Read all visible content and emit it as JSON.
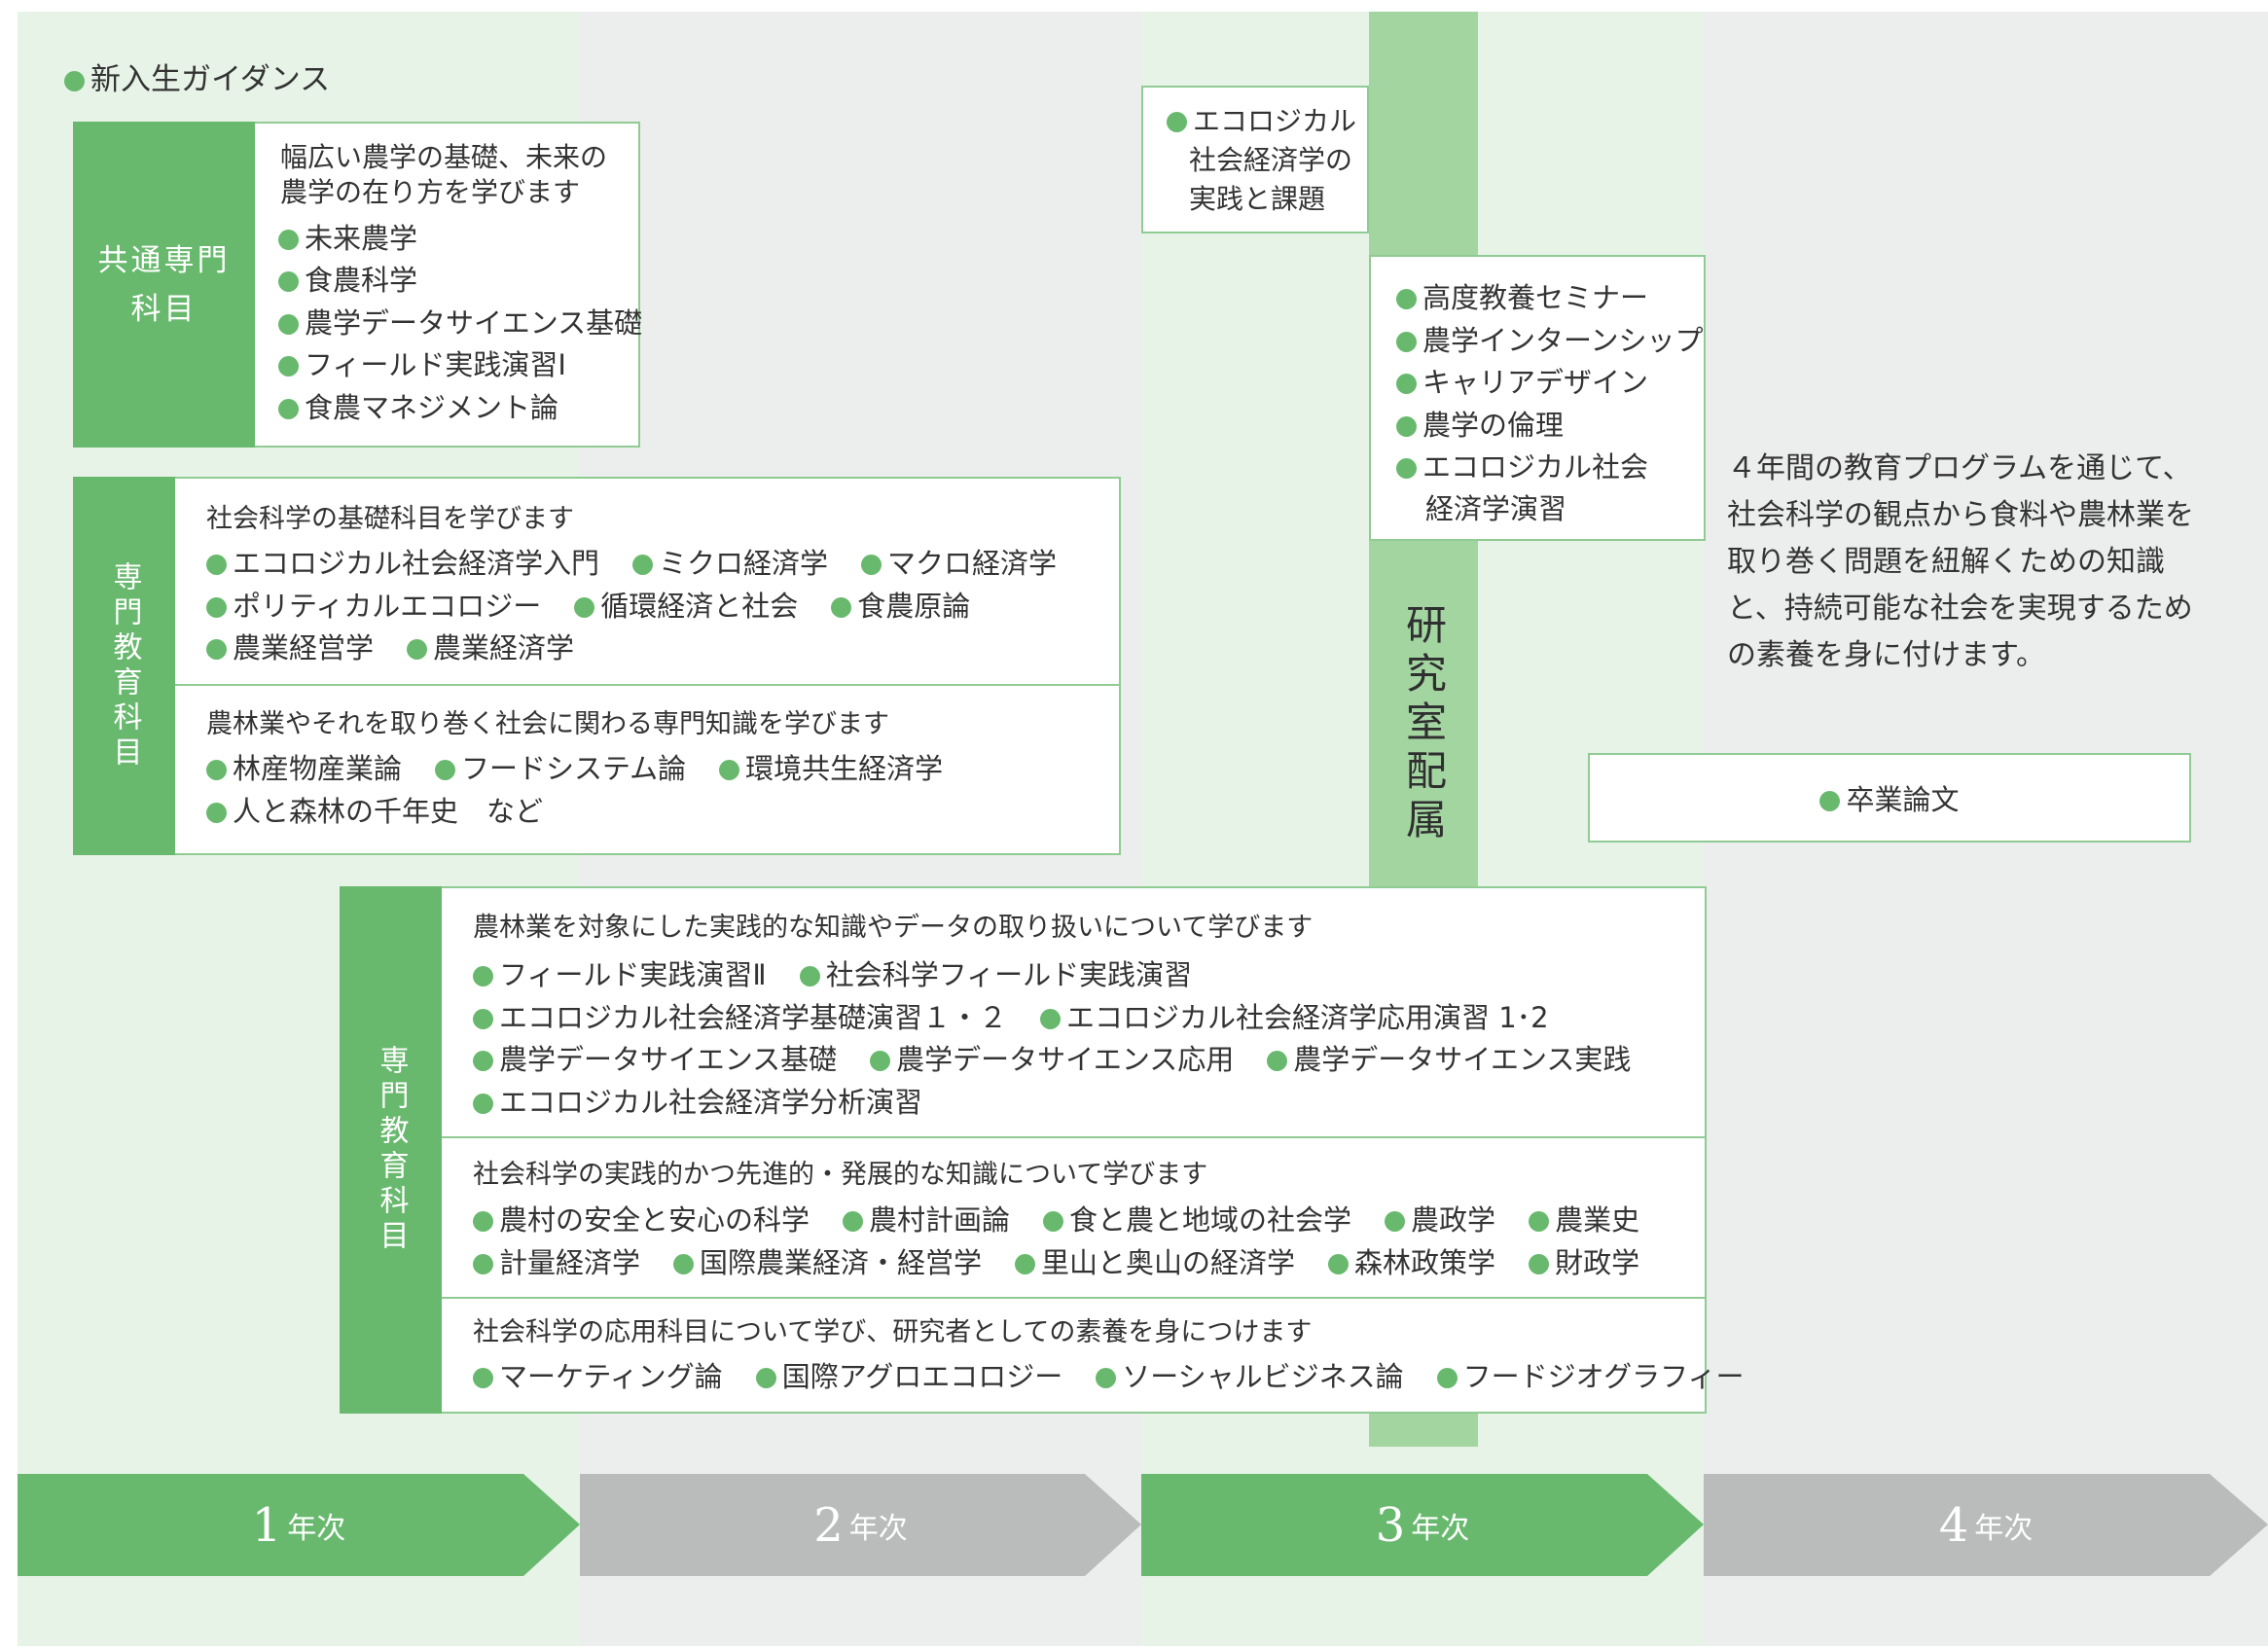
{
  "colors": {
    "green": "#68b96e",
    "light_green_bg": "#e8f3e8",
    "gray_bg": "#eceeed",
    "gray_arrow": "#b9bcba",
    "lab_bar": "#a3d5a1",
    "border": "#8fcb93"
  },
  "guidance": "新入生ガイダンス",
  "common": {
    "label": "共通専門科目",
    "label_lines": [
      "共通専門",
      "科目"
    ],
    "desc_lines": [
      "幅広い農学の基礎、未来の",
      "農学の在り方を学びます"
    ],
    "items": [
      "未来農学",
      "食農科学",
      "農学データサイエンス基礎",
      "フィールド実践演習Ⅰ",
      "食農マネジメント論"
    ]
  },
  "specialized1": {
    "label": "専門教育科目",
    "section1": {
      "heading": "社会科学の基礎科目を学びます",
      "rows": [
        [
          "エコロジカル社会経済学入門",
          "ミクロ経済学",
          "マクロ経済学"
        ],
        [
          "ポリティカルエコロジー",
          "循環経済と社会",
          "食農原論"
        ],
        [
          "農業経営学",
          "農業経済学"
        ]
      ]
    },
    "section2": {
      "heading": "農林業やそれを取り巻く社会に関わる専門知識を学びます",
      "rows": [
        [
          "林産物産業論",
          "フードシステム論",
          "環境共生経済学"
        ],
        [
          "人と森林の千年史　など"
        ]
      ]
    }
  },
  "specialized2": {
    "label": "専門教育科目",
    "section1": {
      "heading": "農林業を対象にした実践的な知識やデータの取り扱いについて学びます",
      "rows": [
        [
          "フィールド実践演習Ⅱ",
          "社会科学フィールド実践演習"
        ],
        [
          "エコロジカル社会経済学基礎演習１・２",
          "エコロジカル社会経済学応用演習 1･2"
        ],
        [
          "農学データサイエンス基礎",
          "農学データサイエンス応用",
          "農学データサイエンス実践"
        ],
        [
          "エコロジカル社会経済学分析演習"
        ]
      ]
    },
    "section2": {
      "heading": "社会科学の実践的かつ先進的・発展的な知識について学びます",
      "rows": [
        [
          "農村の安全と安心の科学",
          "農村計画論",
          "食と農と地域の社会学",
          "農政学",
          "農業史"
        ],
        [
          "計量経済学",
          "国際農業経済・経営学",
          "里山と奥山の経済学",
          "森林政策学",
          "財政学"
        ]
      ]
    },
    "section3": {
      "heading": "社会科学の応用科目について学び、研究者としての素養を身につけます",
      "rows": [
        [
          "マーケティング論",
          "国際アグロエコロジー",
          "ソーシャルビジネス論",
          "フードジオグラフィー"
        ]
      ]
    }
  },
  "eco_box": {
    "item": "エコロジカル社会経済学の実践と課題",
    "lines": [
      "エコロジカル",
      "社会経済学の",
      "実践と課題"
    ]
  },
  "lab": {
    "label": "研究室配属",
    "items": [
      "高度教養セミナー",
      "農学インターンシップ",
      "キャリアデザイン",
      "農学の倫理",
      "エコロジカル社会経済学演習"
    ],
    "last_item_lines": [
      "エコロジカル社会",
      "経済学演習"
    ]
  },
  "summary_lines": [
    "４年間の教育プログラムを通じて、",
    "社会科学の観点から食料や農林業を",
    "取り巻く問題を紐解くための知識",
    "と、持続可能な社会を実現するため",
    "の素養を身に付けます。"
  ],
  "thesis": "卒業論文",
  "years": [
    {
      "num": "1",
      "unit": "年次",
      "active": true
    },
    {
      "num": "2",
      "unit": "年次",
      "active": false
    },
    {
      "num": "3",
      "unit": "年次",
      "active": true
    },
    {
      "num": "4",
      "unit": "年次",
      "active": false
    }
  ]
}
